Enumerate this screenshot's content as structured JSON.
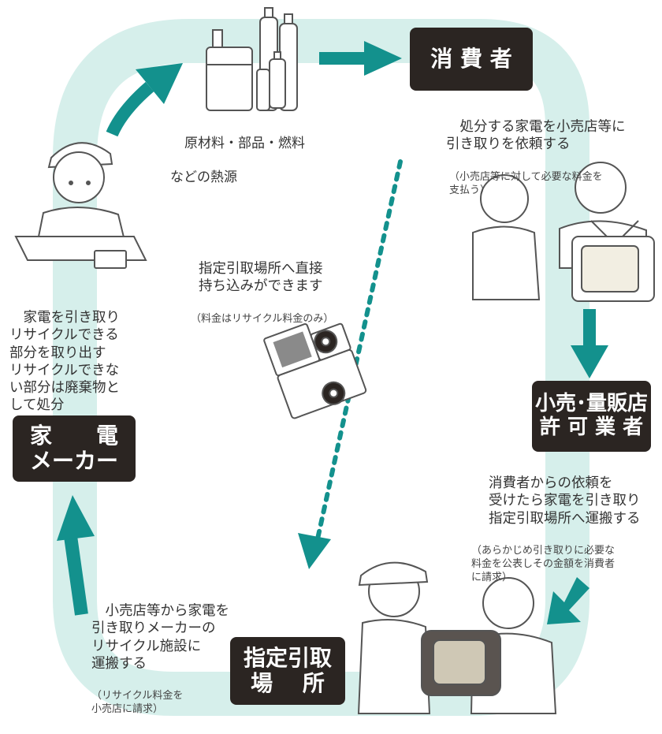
{
  "colors": {
    "loop": "#d6efeb",
    "arrow": "#13918d",
    "box_bg": "#2b2522",
    "box_text": "#ffffff",
    "text": "#333333"
  },
  "nodes": {
    "consumer": {
      "label": "消 費 者"
    },
    "retailer": {
      "line1": "小売･量販店",
      "line2": "許 可 業 者"
    },
    "site": {
      "line1": "指定引取",
      "line2": "場　 所"
    },
    "maker": {
      "line1": "家　　電",
      "line2": "メーカー"
    }
  },
  "texts": {
    "materials": {
      "line1": "原材料・部品・燃料",
      "line2": "などの熱源"
    },
    "consumer_note": {
      "main": "　処分する家電を小売店等に\n引き取りを依頼する",
      "sub": "（小売店等に対して必要な料金を\n支払う）"
    },
    "retailer_note": {
      "main": "消費者からの依頼を\n受けたら家電を引き取り\n指定引取場所へ運搬する",
      "sub": "（あらかじめ引き取りに必要な\n料金を公表しその金額を消費者\nに請求）"
    },
    "site_note": {
      "main": "　小売店等から家電を\n引き取りメーカーの\nリサイクル施設に\n運搬する",
      "sub": "（リサイクル料金を\n小売店に請求）"
    },
    "maker_note": {
      "main": "　家電を引き取り\nリサイクルできる\n部分を取り出す\nリサイクルできな\nい部分は廃棄物と\nして処分"
    },
    "direct_note": {
      "main": "指定引取場所へ直接\n持ち込みができます",
      "sub": "（料金はリサイクル料金のみ）"
    }
  },
  "icons": {
    "bottles": "bottles-icon",
    "truck": "truck-icon",
    "worker": "worker-icon",
    "consumer_people": "people-icon",
    "tv": "tv-icon",
    "handover": "handover-icon"
  }
}
